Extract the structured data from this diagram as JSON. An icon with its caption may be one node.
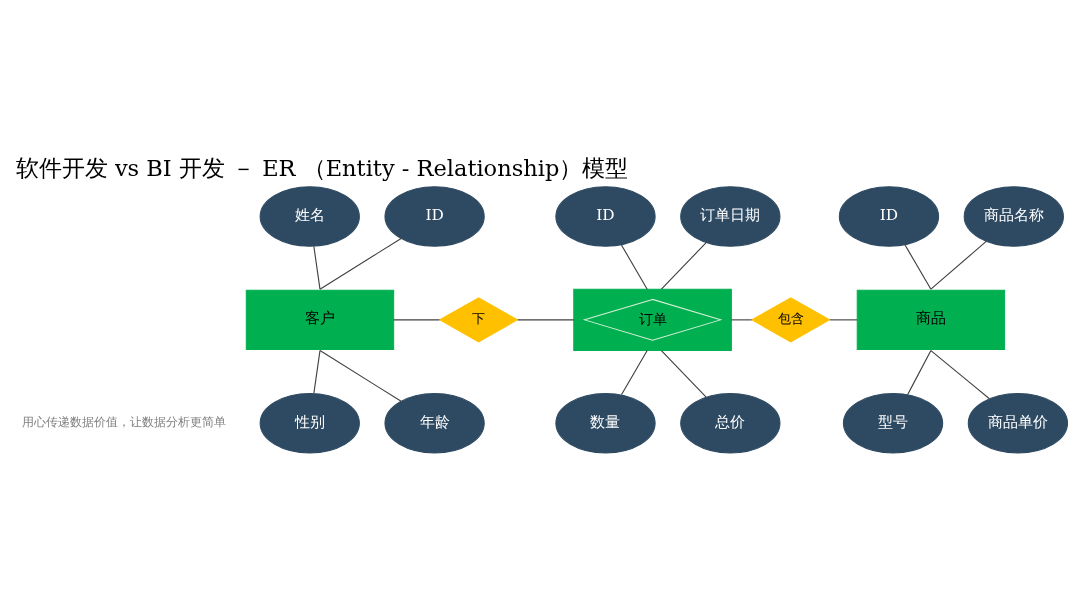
{
  "diagram": {
    "title": "软件开发 vs BI 开发 － ER （Entity - Relationship）模型",
    "nodes": [
      {
        "text": [
          "客户"
        ]
      },
      {
        "text": [
          "姓名"
        ]
      },
      {
        "text": [
          "ID"
        ]
      },
      {
        "text": [
          "性别"
        ]
      },
      {
        "text": [
          "年龄"
        ]
      },
      {
        "text": [
          "下"
        ]
      },
      {
        "text": [],
        "shape": "box"
      },
      {
        "text": [
          "订单"
        ],
        "in": 6
      },
      {
        "text": [
          "ID"
        ]
      },
      {
        "text": [
          "订单日期"
        ]
      },
      {
        "text": [
          "数量"
        ]
      },
      {
        "text": [
          "总价"
        ]
      },
      {
        "text": [
          "包含"
        ]
      },
      {
        "text": [
          "商品"
        ]
      },
      {
        "text": [
          "ID"
        ]
      },
      {
        "text": [
          "商品名称"
        ]
      },
      {
        "text": [
          "型号"
        ]
      },
      {
        "text": [
          "商品单价"
        ]
      }
    ],
    "edges": [
      {
        "from": 1,
        "to": 0,
        "arrow": "none"
      },
      {
        "from": 2,
        "to": 0,
        "arrow": "none"
      },
      {
        "from": 0,
        "to": 3,
        "arrow": "none"
      },
      {
        "from": 0,
        "to": 4,
        "arrow": "none"
      },
      {
        "from": 0,
        "to": 5,
        "arrow": "none"
      },
      {
        "from": 5,
        "to": 6,
        "arrow": "none"
      },
      {
        "from": 8,
        "to": 6,
        "arrow": "none"
      },
      {
        "from": 9,
        "to": 6,
        "arrow": "none"
      },
      {
        "from": 6,
        "to": 10,
        "arrow": "none"
      },
      {
        "from": 6,
        "to": 11,
        "arrow": "none"
      },
      {
        "from": 6,
        "to": 12,
        "arrow": "none"
      },
      {
        "from": 12,
        "to": 13,
        "arrow": "none"
      },
      {
        "from": 14,
        "to": 13,
        "arrow": "none"
      },
      {
        "from": 15,
        "to": 13,
        "arrow": "none"
      },
      {
        "from": 13,
        "to": 16,
        "arrow": "none"
      },
      {
        "from": 13,
        "to": 17,
        "arrow": "none"
      }
    ],
    "labels": [
      "用心传递数据价值，让数据分析更简单"
    ]
  }
}
